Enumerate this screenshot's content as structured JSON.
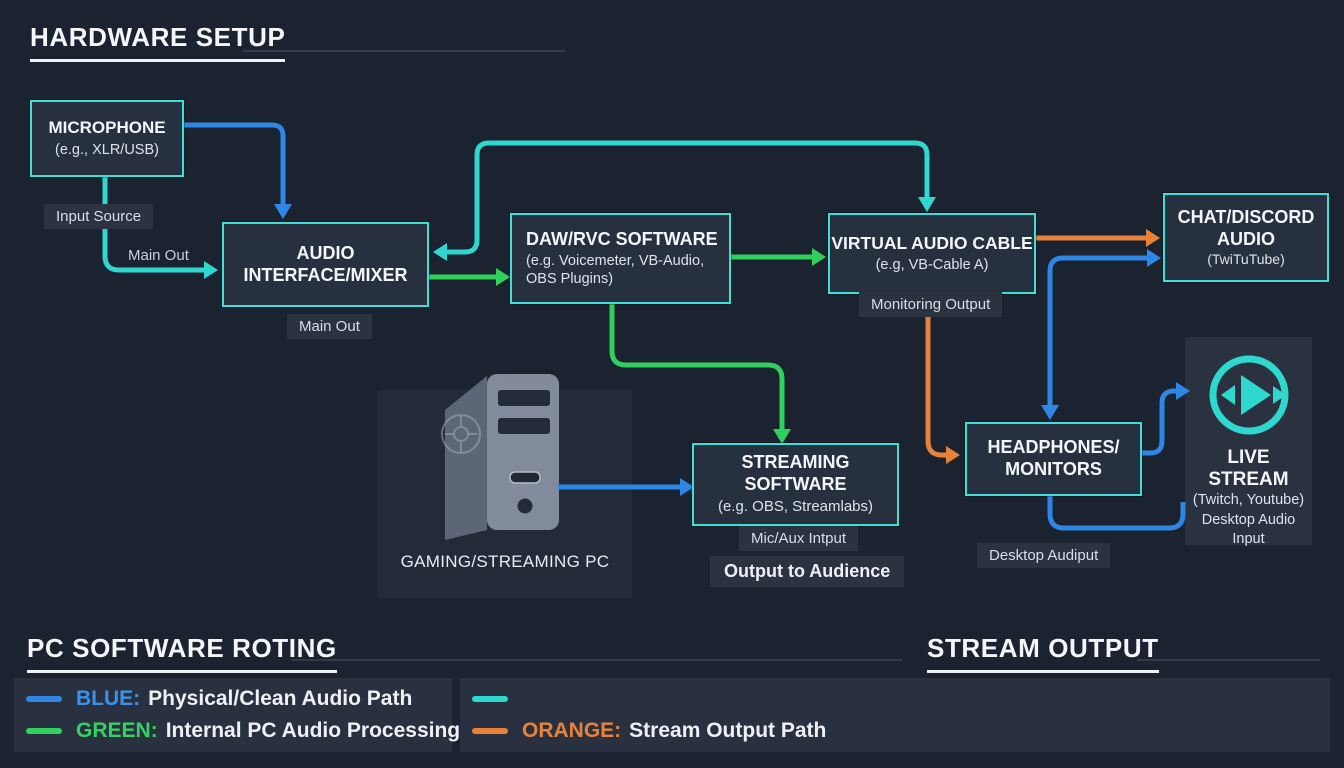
{
  "colors": {
    "blue": "#2e87e4",
    "green": "#2fd05c",
    "teal": "#2ed8cf",
    "orange": "#e8823a",
    "bg": "#1b2230",
    "box_fill": "#27303e",
    "box_border": "#3ce0d8",
    "badge_bg": "#2b3240"
  },
  "headings": {
    "hardware_setup": "HARDWARE SETUP",
    "pc_software_routing": "PC SOFTWARE ROTING",
    "stream_output": "STREAM OUTPUT"
  },
  "nodes": {
    "microphone": {
      "line1": "MICROPHONE",
      "sub": "(e.g., XLR/USB)"
    },
    "audio_interface": {
      "line1": "AUDIO",
      "line2": "INTERFACE/MIXER"
    },
    "daw": {
      "line1": "DAW/RVC SOFTWARE",
      "sub1": "(e.g. Voicemeter, VB-Audio,",
      "sub2": "OBS Plugins)"
    },
    "virtual_cable": {
      "line1": "VIRTUAL AUDIO CABLE",
      "sub": "(e.g, VB-Cable A)"
    },
    "chat": {
      "line1": "CHAT/DISCORD",
      "line2": "AUDIO",
      "sub": "(TwiTuTube)"
    },
    "headphones": {
      "line1": "HEADPHONES/",
      "line2": "MONITORS"
    },
    "streaming": {
      "line1": "STREAMING SOFTWARE",
      "sub": "(e.g. OBS, Streamlabs)"
    },
    "gaming_pc": {
      "label": "GAMING/STREAMING PC"
    },
    "live_stream": {
      "line1": "LIVE STREAM",
      "sub1": "(Twitch, Youtube)",
      "sub2": "Desktop Audio Input"
    }
  },
  "labels": {
    "input_source": "Input Source",
    "main_out_inline": "Main Out",
    "main_out_badge": "Main Out",
    "monitoring_output": "Monitoring Output",
    "mic_aux_input": "Mic/Aux Intput",
    "output_to_audience": "Output to Audience",
    "desktop_audio_input": "Desktop Audiput"
  },
  "legend": {
    "blue": {
      "term": "BLUE:",
      "desc": "Physical/Clean Audio Path"
    },
    "green": {
      "term": "GREEN:",
      "desc": "Internal PC Audio Processing"
    },
    "teal": {
      "term": "",
      "desc": ""
    },
    "orange": {
      "term": "ORANGE:",
      "desc": "Stream Output Path"
    }
  }
}
